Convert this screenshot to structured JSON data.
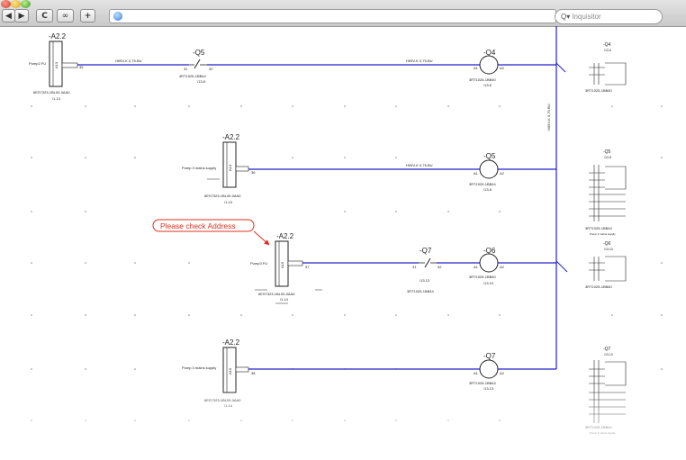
{
  "browser": {
    "nav": {
      "back": "◀",
      "forward": "▶",
      "reload": "C",
      "bookmarks": "∞",
      "add": "+"
    },
    "search": {
      "placeholder": "Inquisitor",
      "prefix": "Q▾"
    }
  },
  "schematic": {
    "colors": {
      "wire": "#2020c8",
      "callout": "#e03020",
      "ink": "#222222"
    },
    "callout": "Please check Address",
    "side_wire_label": "H05V-K 0,75-BU",
    "rows": [
      {
        "module": {
          "tag": "-A2.2",
          "channel": "A13",
          "terminal": "35",
          "signal": "Pump2 FU",
          "part": "6ES7323-1BL00-0AA0",
          "ref": "/1.13"
        },
        "wire1": "H05V-K 0,75-BU",
        "contact": {
          "tag": "-Q5",
          "pin_in": "31",
          "pin_out": "32",
          "part": "3RT1025-1BB44",
          "ref": "/13.8"
        },
        "wire2": "H05V-K 0,75-BU",
        "coil": {
          "tag": "-Q4",
          "a1": "A1",
          "a2": "A2",
          "part": "3RT1025-1BB40",
          "ref": "/13.6"
        }
      },
      {
        "module": {
          "tag": "-A2.2",
          "channel": "A14",
          "terminal": "36",
          "signal": "Pump 3 mains supply",
          "part": "6ES7323-1BL00-0AA0",
          "ref": "/1.13"
        },
        "wire2": "H05V-K 0,75-BU",
        "coil": {
          "tag": "-Q5",
          "a1": "A1",
          "a2": "A2",
          "part": "3RT1025-1BB44",
          "ref": "/13.8"
        }
      },
      {
        "module": {
          "tag": "-A2.2",
          "channel": "A15",
          "terminal": "37",
          "signal": "Pump3 FU",
          "part": "6ES7323-1BL00-0AA0",
          "ref": "/1.14"
        },
        "contact": {
          "tag": "-Q7",
          "pin_in": "31",
          "pin_out": "32",
          "part": "3RT1025-1BB44",
          "ref": "/13.13"
        },
        "coil": {
          "tag": "-Q6",
          "a1": "A1",
          "a2": "A2",
          "part": "3RT1025-1BB40",
          "ref": "/13.10"
        }
      },
      {
        "module": {
          "tag": "-A2.2",
          "channel": "A16",
          "terminal": "38",
          "signal": "Pump 3 mains supply",
          "part": "6ES7323-1BL00-0AA0",
          "ref": "/1.14"
        },
        "coil": {
          "tag": "-Q7",
          "a1": "A1",
          "a2": "A2",
          "part": "3RT1025-1BB44",
          "ref": "/13.13"
        }
      }
    ],
    "cross_refs": [
      {
        "tag": "-Q4",
        "ref": "/13.6",
        "part": "3RT1025-1BB40"
      },
      {
        "tag": "-Q5",
        "ref": "/13.8",
        "part": "3RT1025-1BB44",
        "note": "Pump 3 mains supply"
      },
      {
        "tag": "-Q6",
        "ref": "/13.10",
        "part": "3RT1025-1BB40"
      },
      {
        "tag": "-Q7",
        "ref": "/13.13",
        "part": "3RT1025-1BB44",
        "note": "Pump 3 mains supply"
      }
    ]
  }
}
